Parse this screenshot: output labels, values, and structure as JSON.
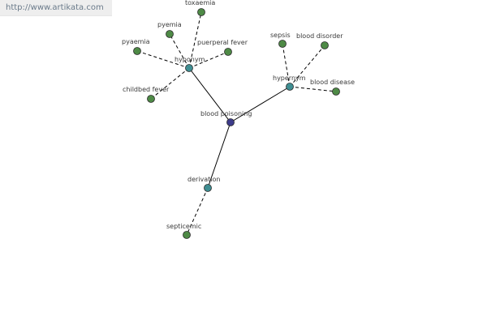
{
  "header": {
    "url": "http://www.artikata.com"
  },
  "diagram": {
    "colors": {
      "root_fill": "#3d3b8a",
      "relation_fill": "#3f8e92",
      "term_fill": "#4e8a46",
      "solid_edge": "#000000",
      "dashed_edge": "#000000"
    },
    "root": {
      "id": "root",
      "label": "blood poisoning"
    },
    "relations": [
      {
        "id": "hyponym",
        "label": "hyponym"
      },
      {
        "id": "hypernym",
        "label": "hypernym"
      },
      {
        "id": "derivation",
        "label": "derivation"
      }
    ],
    "terms": [
      {
        "id": "toxaemia",
        "label": "toxaemia",
        "relation": "hyponym"
      },
      {
        "id": "pyemia",
        "label": "pyemia",
        "relation": "hyponym"
      },
      {
        "id": "pyaemia",
        "label": "pyaemia",
        "relation": "hyponym"
      },
      {
        "id": "puerperal_fever",
        "label": "puerperal fever",
        "relation": "hyponym"
      },
      {
        "id": "childbed_fever",
        "label": "childbed fever",
        "relation": "hyponym"
      },
      {
        "id": "sepsis",
        "label": "sepsis",
        "relation": "hypernym"
      },
      {
        "id": "blood_disorder",
        "label": "blood disorder",
        "relation": "hypernym"
      },
      {
        "id": "blood_disease",
        "label": "blood disease",
        "relation": "hypernym"
      },
      {
        "id": "septicemic",
        "label": "septicemic",
        "relation": "derivation"
      }
    ]
  }
}
